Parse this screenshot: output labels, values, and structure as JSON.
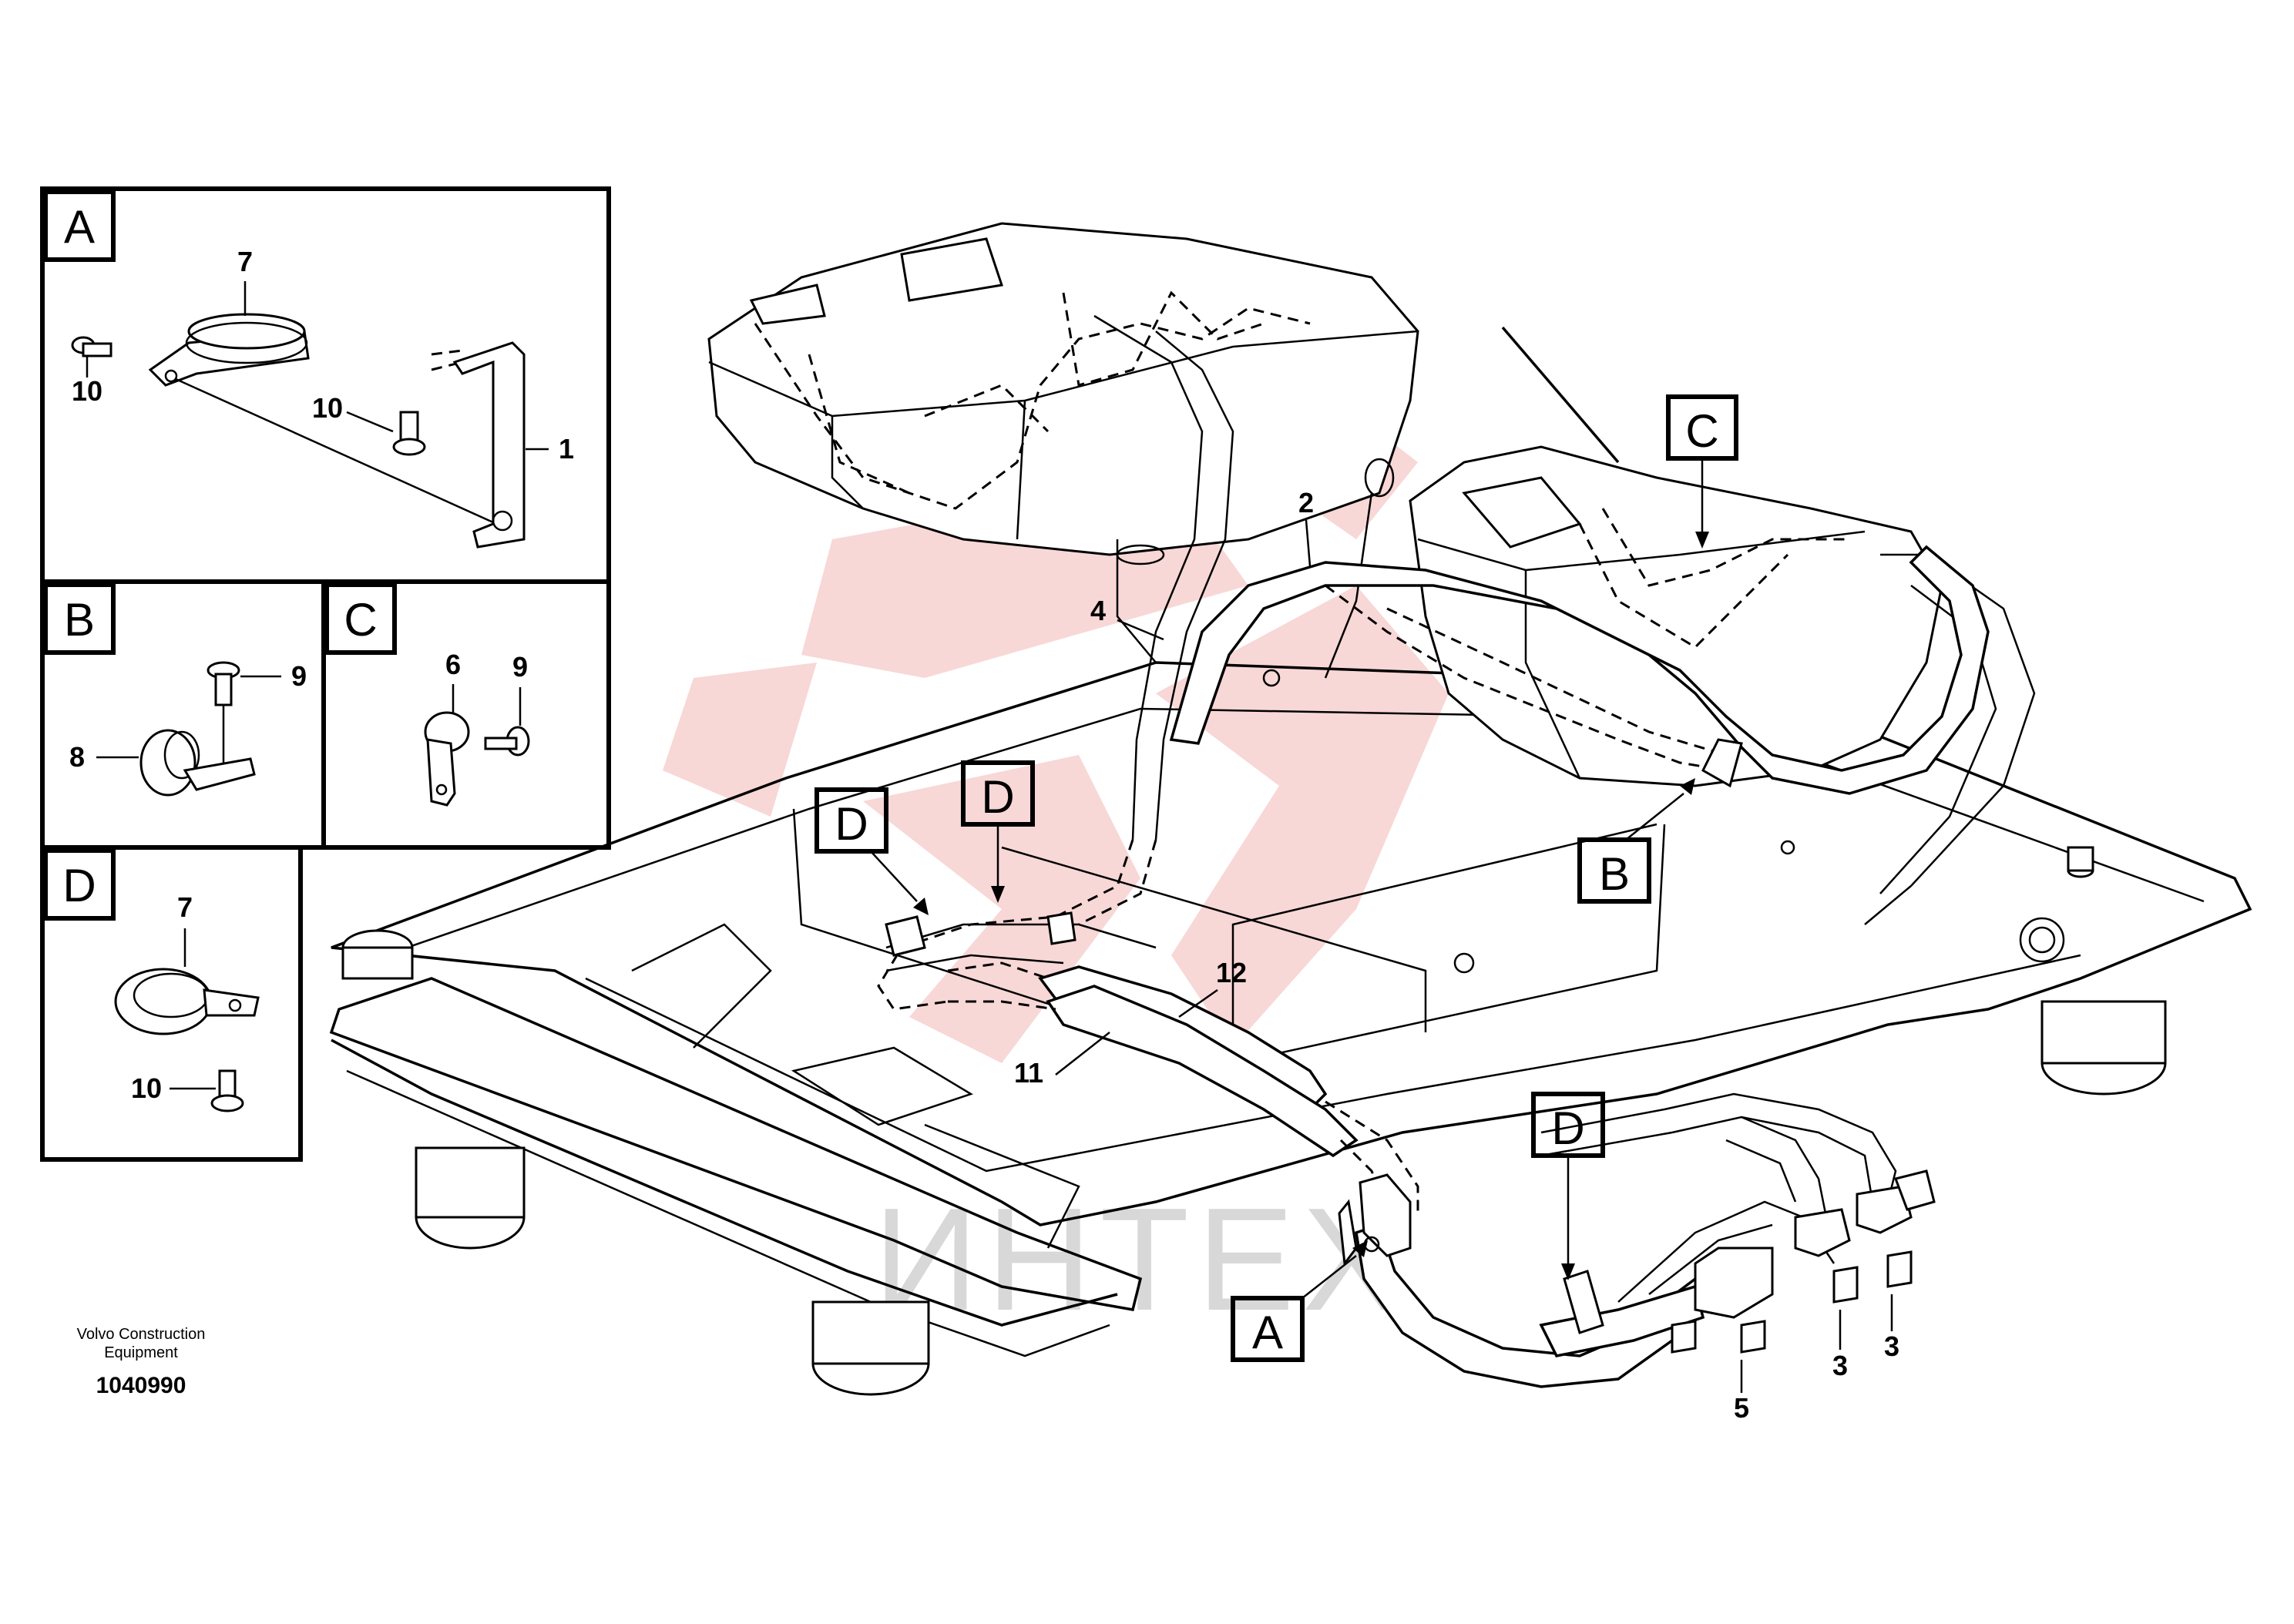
{
  "diagram": {
    "footer": {
      "manufacturer_line1": "Volvo Construction",
      "manufacturer_line2": "Equipment",
      "drawing_number": "1040990"
    },
    "watermark_text": "ИНТЕХ",
    "detail_boxes": {
      "A": {
        "letter": "A",
        "part_labels": [
          "7",
          "10",
          "10",
          "1"
        ]
      },
      "B": {
        "letter": "B",
        "part_labels": [
          "9",
          "8"
        ]
      },
      "C": {
        "letter": "C",
        "part_labels": [
          "6",
          "9"
        ]
      },
      "D": {
        "letter": "D",
        "part_labels": [
          "7",
          "10"
        ]
      }
    },
    "callouts": {
      "A": "A",
      "B": "B",
      "C": "C",
      "D1": "D",
      "D2": "D",
      "D3": "D"
    },
    "part_numbers": {
      "p2": "2",
      "p4": "4",
      "p11": "11",
      "p12": "12",
      "p3a": "3",
      "p3b": "3",
      "p5": "5"
    },
    "colors": {
      "line": "#000000",
      "watermark": "#f3b7b7",
      "background": "#ffffff"
    }
  }
}
